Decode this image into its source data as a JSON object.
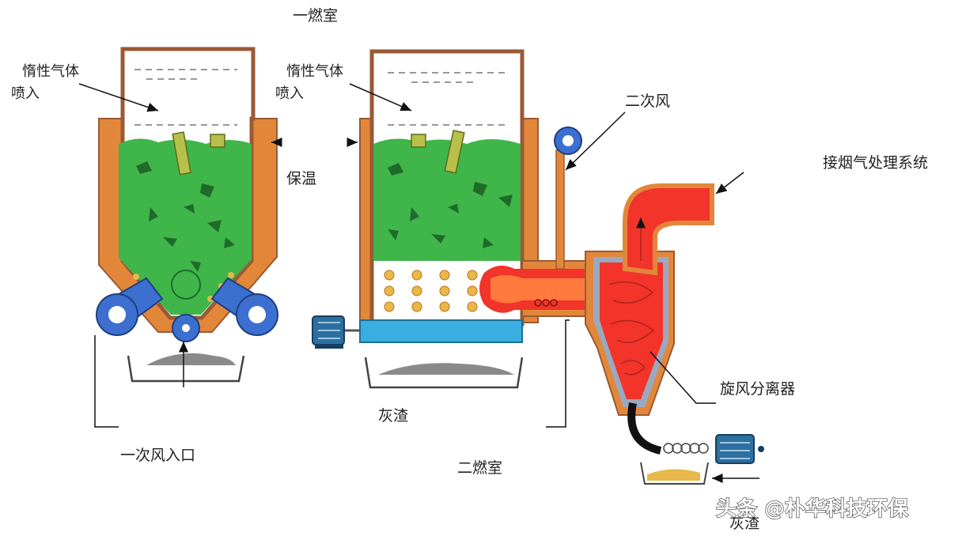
{
  "labels": {
    "primary_chamber": "一燃室",
    "inert_gas_left": [
      "惰性气体",
      "喷入"
    ],
    "inert_gas_right": [
      "惰性气体",
      "喷入"
    ],
    "insulation": "保温",
    "secondary_air": "二次风",
    "flue_gas_system": "接烟气处理系统",
    "cyclone": "旋风分离器",
    "ash_middle": "灰渣",
    "ash_right": "灰渣",
    "primary_air_inlet": "一次风入口",
    "secondary_chamber": "二燃室"
  },
  "watermark": "头条 @朴华科技环保",
  "colors": {
    "furnace_wall": "#e2873a",
    "inner_wall": "#9a5a35",
    "waste": "#3fb54a",
    "waste_dark": "#1f6b2a",
    "flame": "#f2342a",
    "flame_light": "#ff7a3c",
    "blower": "#3d6fd0",
    "motor": "#2e6fa0",
    "ash": "#8a8a8a",
    "ash_tray": "#444444",
    "grate": "#3aaee0",
    "hot_ash": "#e8b84a"
  }
}
